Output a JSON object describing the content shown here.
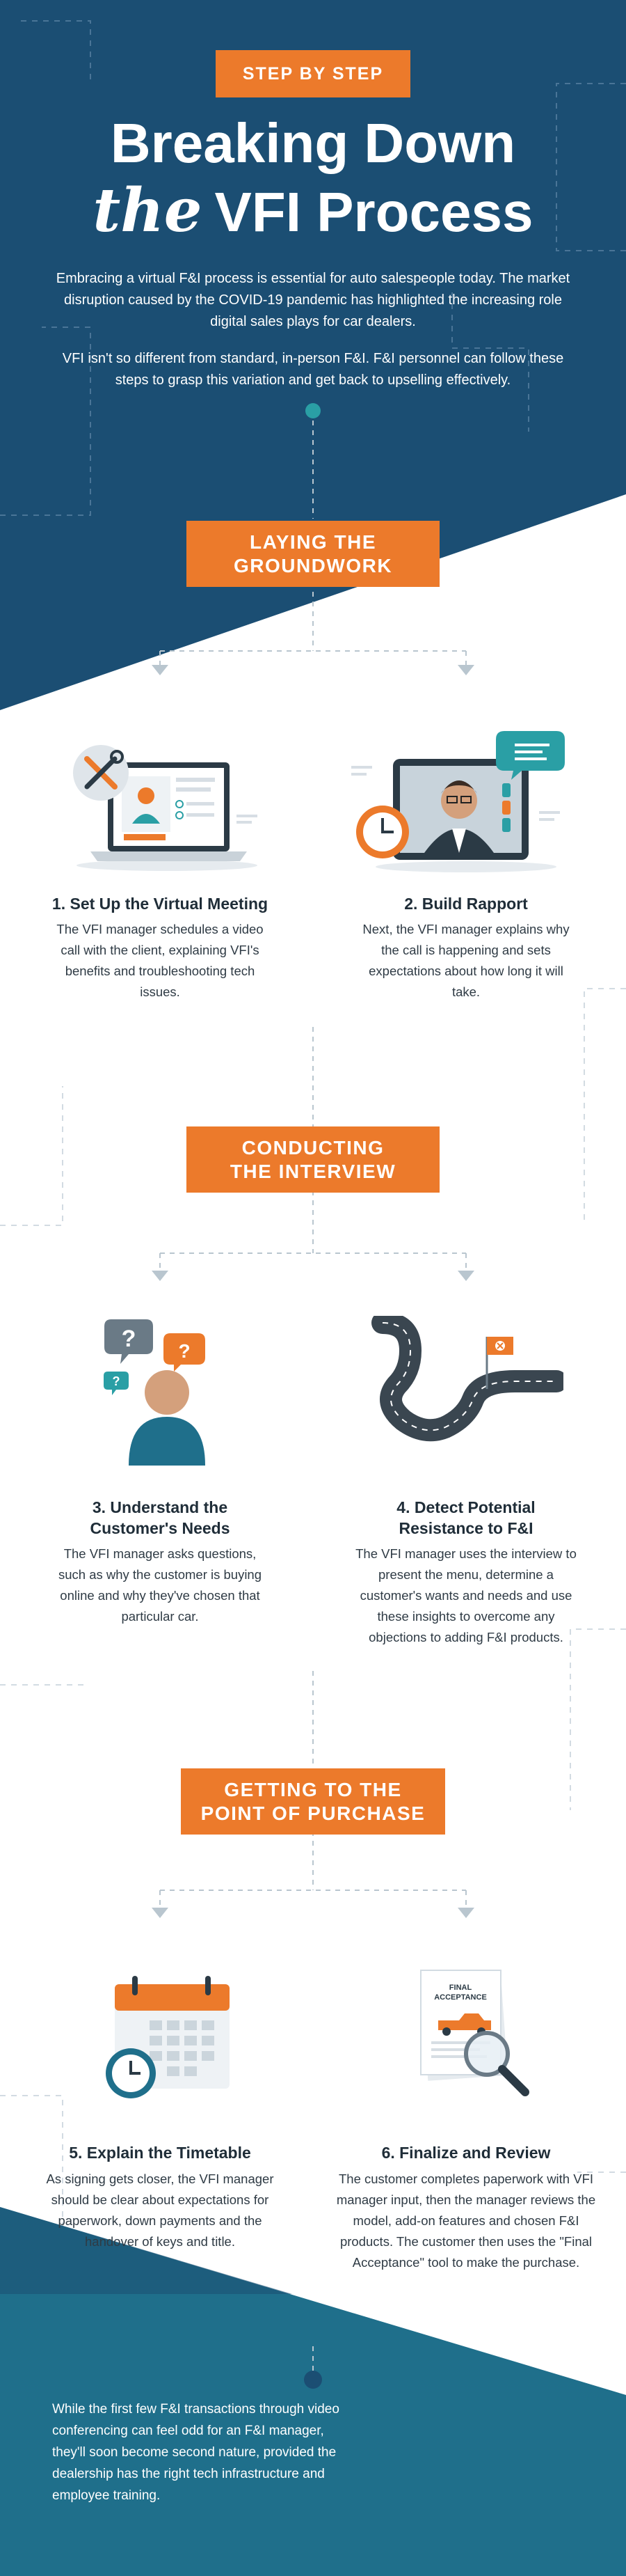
{
  "header": {
    "tag": "STEP BY STEP",
    "title_line1": "Breaking Down",
    "title_script": "the",
    "title_line2": "VFI Process",
    "intro_p1": "Embracing a virtual F&I process is essential for auto salespeople today. The market disruption caused by the COVID-19 pandemic has highlighted the increasing role digital sales plays for car dealers.",
    "intro_p2": "VFI isn't so different from standard, in-person F&I. F&I personnel can follow these steps to grasp this variation and get back to upselling effectively."
  },
  "sections": [
    {
      "line1": "LAYING THE",
      "line2": "GROUNDWORK"
    },
    {
      "line1": "CONDUCTING",
      "line2": "THE INTERVIEW"
    },
    {
      "line1": "GETTING TO THE",
      "line2": "POINT OF PURCHASE"
    }
  ],
  "steps": [
    {
      "title_line1": "1. Set Up the Virtual Meeting",
      "title_line2": "",
      "text": "The VFI manager schedules a video call with the client, explaining VFI's benefits and troubleshooting tech issues."
    },
    {
      "title_line1": "2. Build Rapport",
      "title_line2": "",
      "text": "Next, the VFI manager explains why the call is happening and sets expectations about how long it will take."
    },
    {
      "title_line1": "3. Understand the",
      "title_line2": "Customer's Needs",
      "text": "The VFI manager asks questions, such as why the customer is buying online and why they've chosen that particular car."
    },
    {
      "title_line1": "4. Detect Potential",
      "title_line2": "Resistance to F&I",
      "text": "The VFI manager uses the interview to present the menu, determine a customer's wants and needs and use these insights to overcome any objections to adding F&I products."
    },
    {
      "title_line1": "5. Explain the Timetable",
      "title_line2": "",
      "text": "As signing gets closer, the VFI manager should be clear about expectations for paperwork, down payments and the handover of keys and title."
    },
    {
      "title_line1": "6. Finalize and Review",
      "title_line2": "",
      "text": "The customer completes paperwork with VFI manager input, then the manager reviews the model, add-on features and chosen F&I products. The customer then uses the \"Final Acceptance\" tool to make the purchase."
    }
  ],
  "illustrations": {
    "final_acceptance_l1": "FINAL",
    "final_acceptance_l2": "ACCEPTANCE",
    "question_mark": "?"
  },
  "outro": "While the first few F&I transactions through video conferencing can feel odd for an F&I manager, they'll soon become second nature, provided the dealership has the right tech infrastructure and employee training.",
  "colors": {
    "navy": "#1b4e73",
    "teal": "#1f6f8b",
    "orange": "#ec7a2b",
    "dark": "#1f2d38"
  }
}
